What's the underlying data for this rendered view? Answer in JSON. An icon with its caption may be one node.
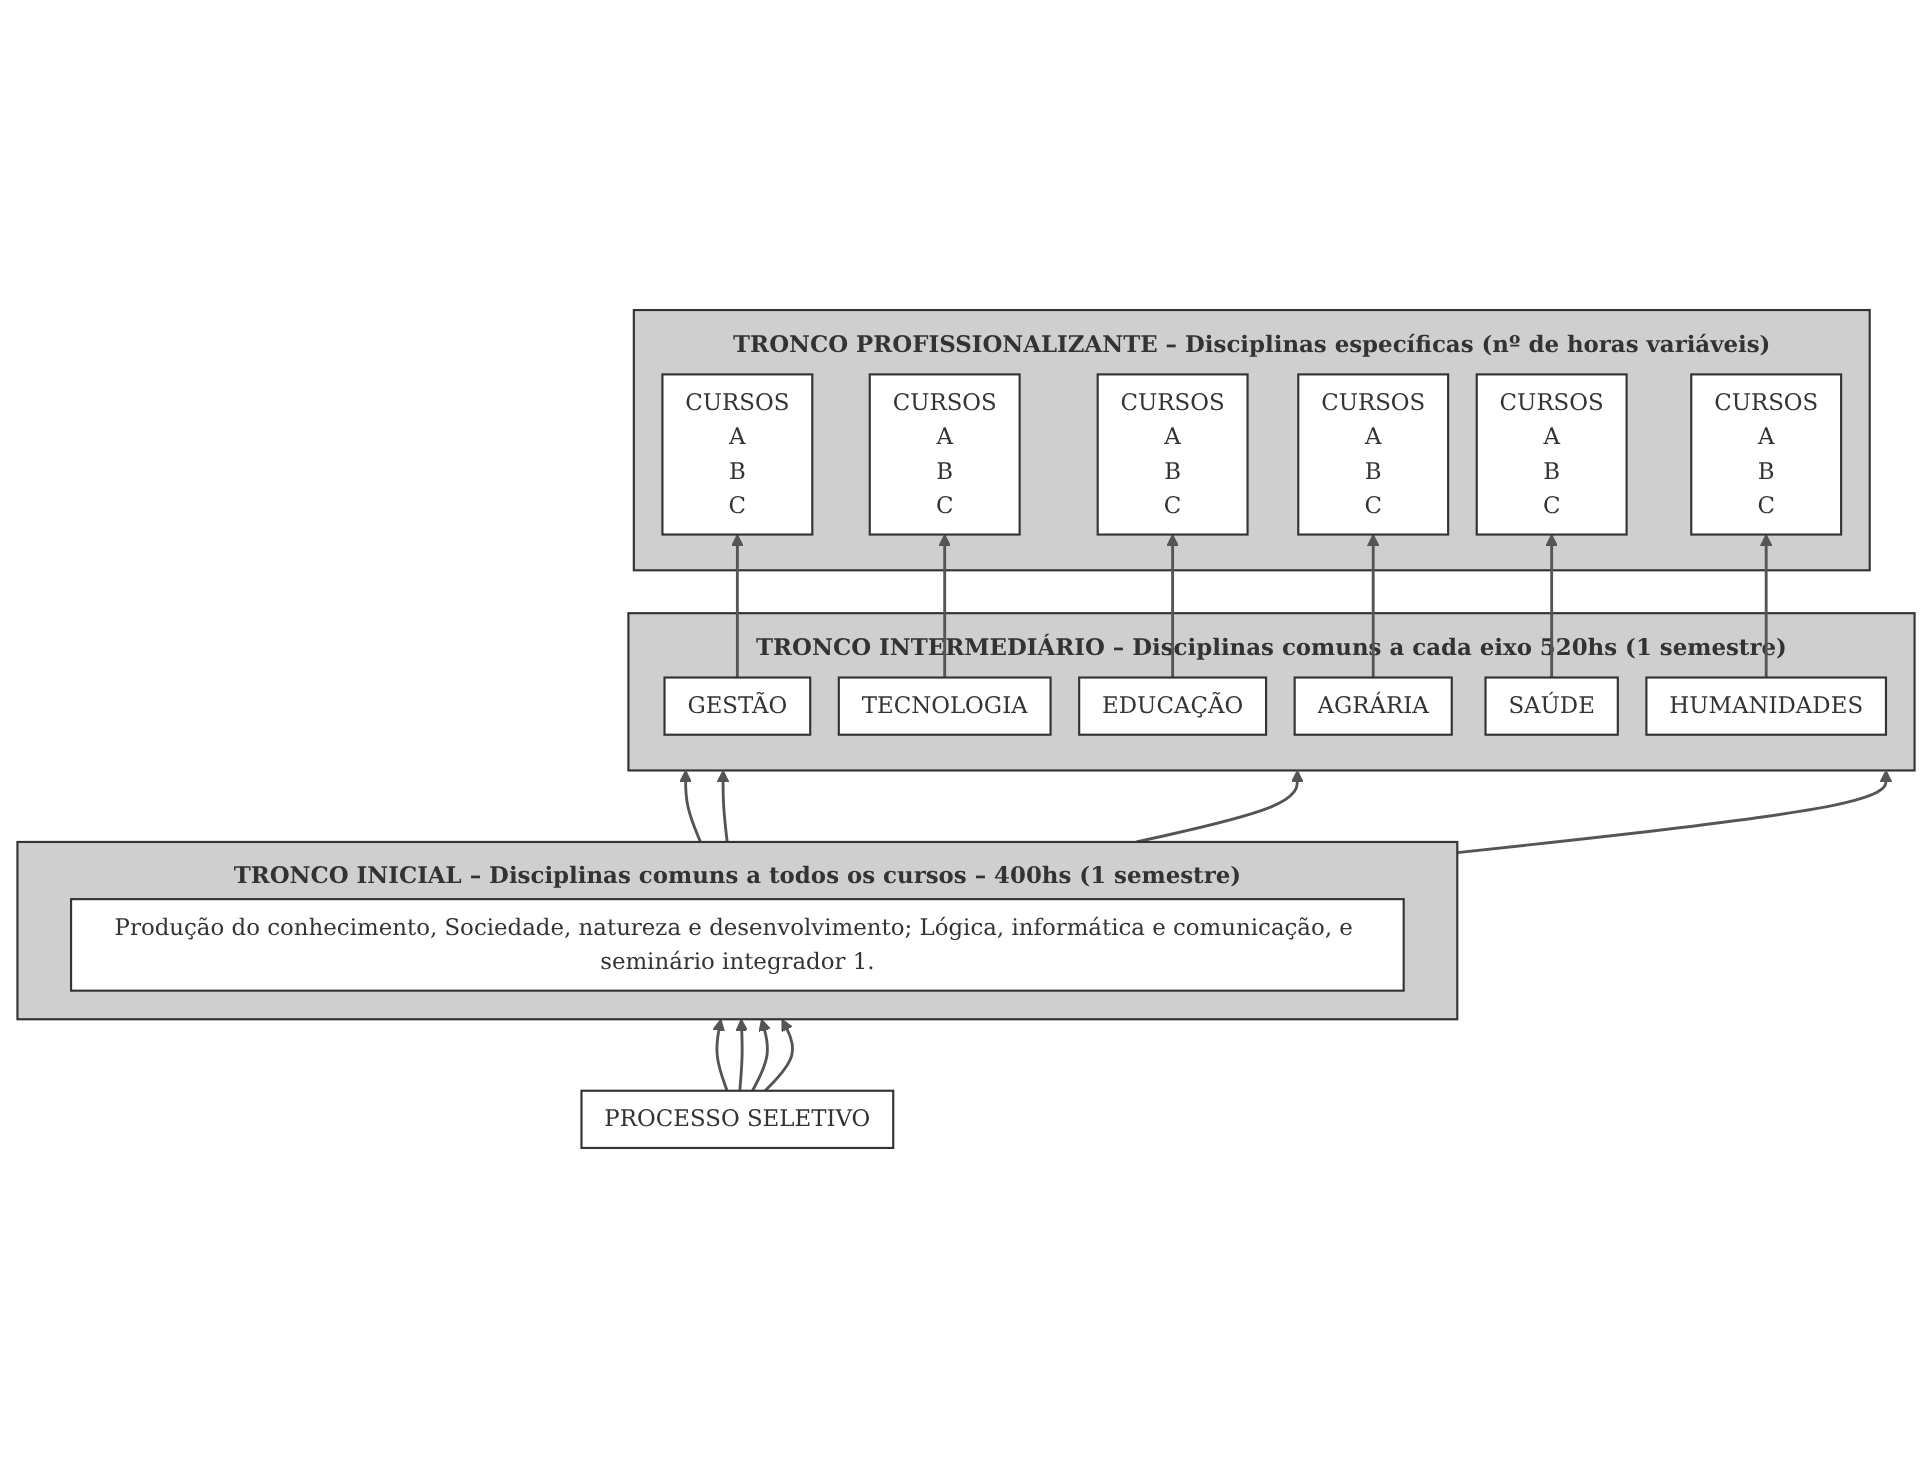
{
  "diagram": {
    "nodes": [
      {
        "text": [
          "TRONCO PROFISSIONALIZANTE – Disciplinas específicas (nº de horas variáveis)"
        ]
      },
      {
        "text": [
          "CURSOS",
          "A",
          "B",
          "C"
        ],
        "in": 0
      },
      {
        "text": [
          "CURSOS",
          "A",
          "B",
          "C"
        ],
        "in": 0
      },
      {
        "text": [
          "CURSOS",
          "A",
          "B",
          "C"
        ],
        "in": 0
      },
      {
        "text": [
          "CURSOS",
          "A",
          "B",
          "C"
        ],
        "in": 0
      },
      {
        "text": [
          "CURSOS",
          "A",
          "B",
          "C"
        ],
        "in": 0
      },
      {
        "text": [
          "CURSOS",
          "A",
          "B",
          "C"
        ],
        "in": 0
      },
      {
        "text": [
          "TRONCO INTERMEDIÁRIO – Disciplinas comuns a cada eixo",
          "520hs",
          "(1 semestre)"
        ]
      },
      {
        "text": [
          "GESTÃO"
        ],
        "in": 7
      },
      {
        "text": [
          "TECNOLOGIA"
        ],
        "in": 7
      },
      {
        "text": [
          "EDUCAÇÃO"
        ],
        "in": 7
      },
      {
        "text": [
          "AGRÁRIA"
        ],
        "in": 7
      },
      {
        "text": [
          "SAÚDE"
        ],
        "in": 7
      },
      {
        "text": [
          "HUMANIDADES"
        ],
        "in": 7
      },
      {
        "text": [
          "TRONCO INICIAL – Disciplinas comuns a todos os cursos – 400hs (1 semestre)"
        ]
      },
      {
        "text": [
          "Produção do conhecimento, Sociedade, natureza e desenvolvimento; Lógica, informática e comunicação, e seminário integrador 1."
        ],
        "in": 14
      },
      {
        "text": [
          "PROCESSO SELETIVO"
        ]
      }
    ],
    "edges": [
      {
        "from": 8,
        "to": 1,
        "arrow": "to"
      },
      {
        "from": 9,
        "to": 2,
        "arrow": "to"
      },
      {
        "from": 10,
        "to": 3,
        "arrow": "to"
      },
      {
        "from": 11,
        "to": 4,
        "arrow": "to"
      },
      {
        "from": 12,
        "to": 5,
        "arrow": "to"
      },
      {
        "from": 13,
        "to": 6,
        "arrow": "to"
      },
      {
        "from": 14,
        "to": 7,
        "arrow": "to"
      },
      {
        "from": 14,
        "to": 7,
        "arrow": "to"
      },
      {
        "from": 14,
        "to": 7,
        "arrow": "to"
      },
      {
        "from": 14,
        "to": 7,
        "arrow": "to"
      },
      {
        "from": 16,
        "to": 14,
        "arrow": "to"
      },
      {
        "from": 16,
        "to": 14,
        "arrow": "to"
      },
      {
        "from": 16,
        "to": 14,
        "arrow": "to"
      },
      {
        "from": 16,
        "to": 14,
        "arrow": "to"
      }
    ]
  }
}
